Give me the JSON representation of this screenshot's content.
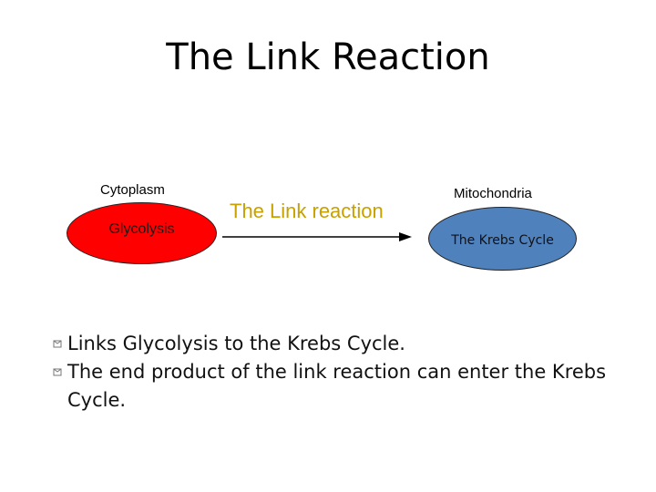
{
  "title": "The Link Reaction",
  "diagram": {
    "cytoplasm_label": "Cytoplasm",
    "glycolysis_label": "Glycolysis",
    "link_label": "The Link reaction",
    "mitochondria_label": "Mitochondria",
    "krebs_label": "The Krebs Cycle",
    "colors": {
      "glycolysis": "#ff0000",
      "krebs": "#4f81bd",
      "link_text": "#c8a000"
    }
  },
  "bullets": [
    "Links Glycolysis to the Krebs Cycle.",
    "The end product of the link reaction can enter the Krebs Cycle."
  ]
}
